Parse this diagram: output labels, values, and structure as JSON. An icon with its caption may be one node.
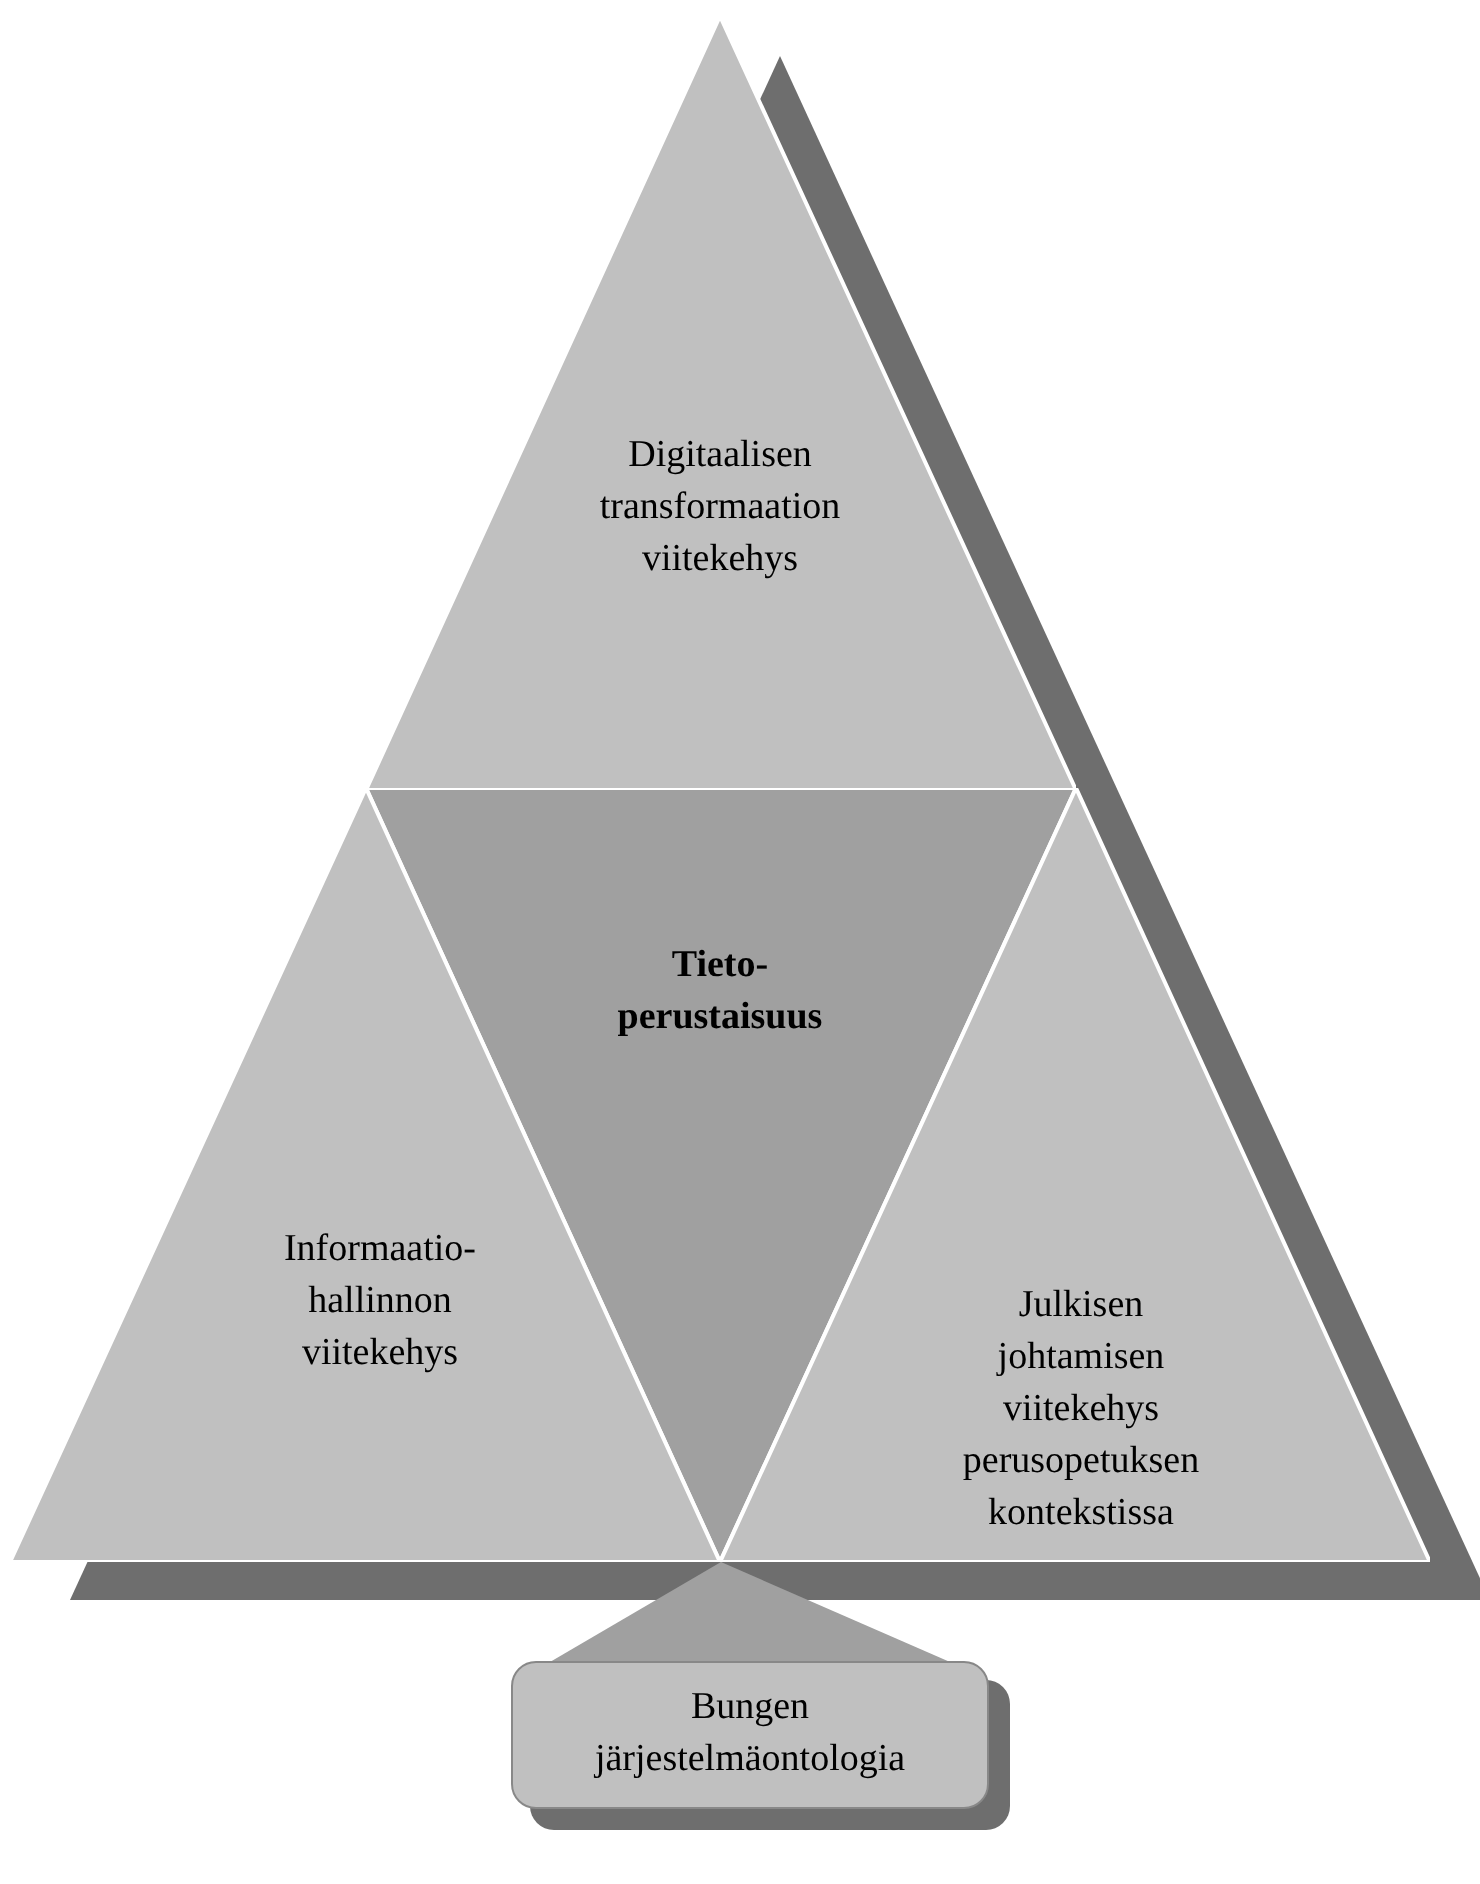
{
  "diagram": {
    "nodes": [
      {
        "text": [
          "Digitaalisen transformaation viitekehys"
        ]
      },
      {
        "text": [
          "Tieto-perustaisuus"
        ]
      },
      {
        "text": [
          "Informaatio-hallinnon viitekehys"
        ]
      },
      {
        "text": [
          "Julkisen johtamisen viitekehys perusopetuksen kontekstissa"
        ]
      },
      {
        "text": [
          "Bungen järjestelmäontologia"
        ]
      }
    ],
    "edges": [
      {
        "from": 1,
        "to": 4,
        "arrow": "none",
        "style": "thick"
      }
    ]
  }
}
